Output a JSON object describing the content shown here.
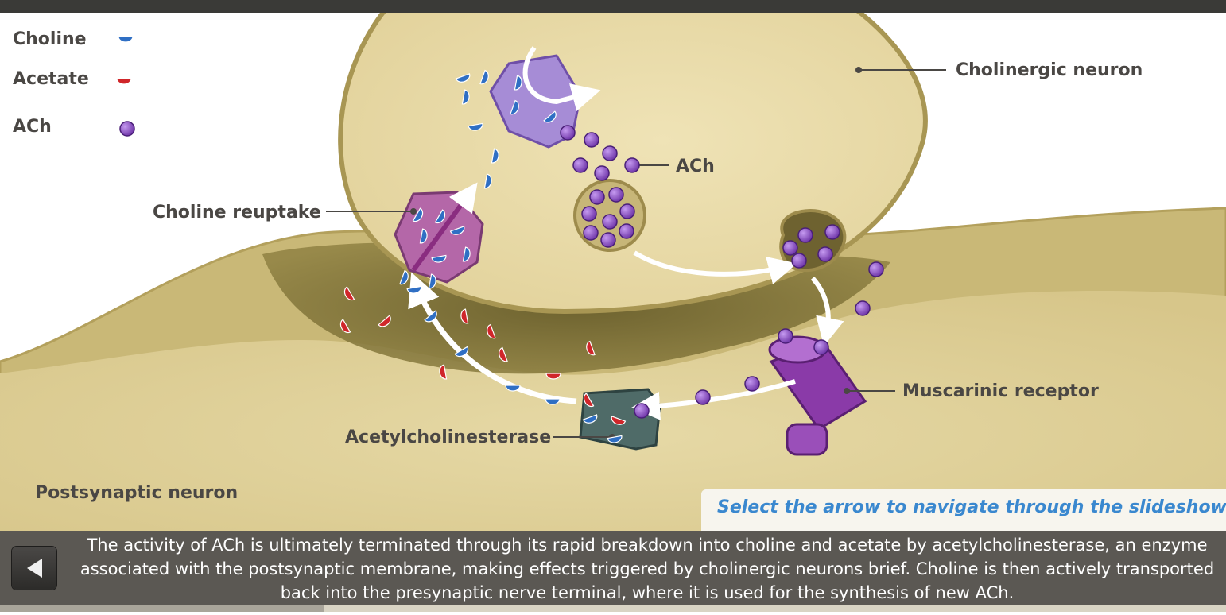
{
  "legend": {
    "choline": "Choline",
    "acetate": "Acetate",
    "ach": "ACh"
  },
  "labels": {
    "cholinergic_neuron": "Cholinergic neuron",
    "ach": "ACh",
    "choline_reuptake": "Choline reuptake",
    "muscarinic_receptor": "Muscarinic receptor",
    "acetylcholinesterase": "Acetylcholinesterase",
    "postsynaptic_neuron": "Postsynaptic neuron"
  },
  "hint": "Select the arrow to navigate through the slideshow.",
  "caption": "The activity of ACh is ultimately terminated through its rapid breakdown into choline and acetate by acetylcholinesterase, an enzyme associated with the postsynaptic membrane, making effects triggered by cholinergic neurons brief. Choline is then actively transported back into the presynaptic nerve terminal, where it is used for the synthesis of new ACh.",
  "colors": {
    "choline": "#2f6fc4",
    "acetate": "#d0262a",
    "ach": "#7a3fb0",
    "hint_text": "#3a88cf",
    "caption_bg": "#5b5853"
  },
  "nav": {
    "back_icon": "left-triangle-icon"
  }
}
